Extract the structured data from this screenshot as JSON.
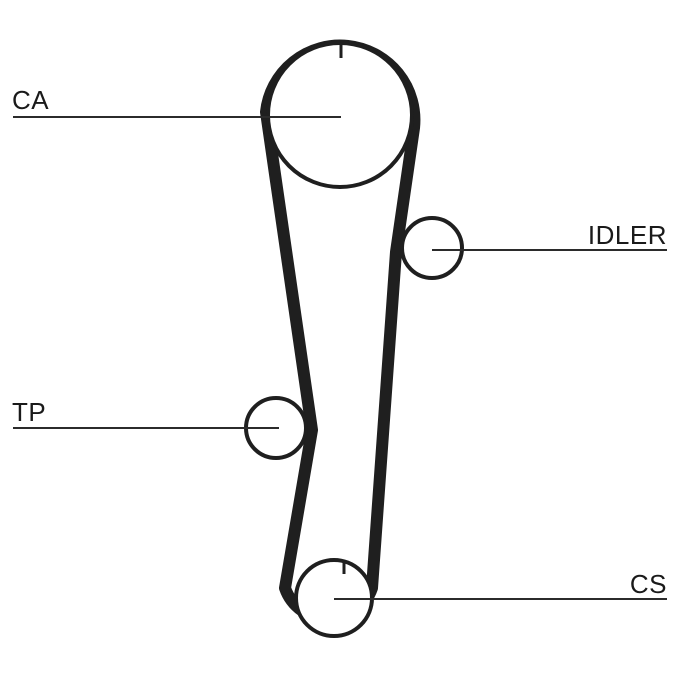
{
  "labels": {
    "ca": "CA",
    "idler": "IDLER",
    "tp": "TP",
    "cs": "CS"
  },
  "colors": {
    "line": "#1f1f1f",
    "background": "#ffffff"
  }
}
